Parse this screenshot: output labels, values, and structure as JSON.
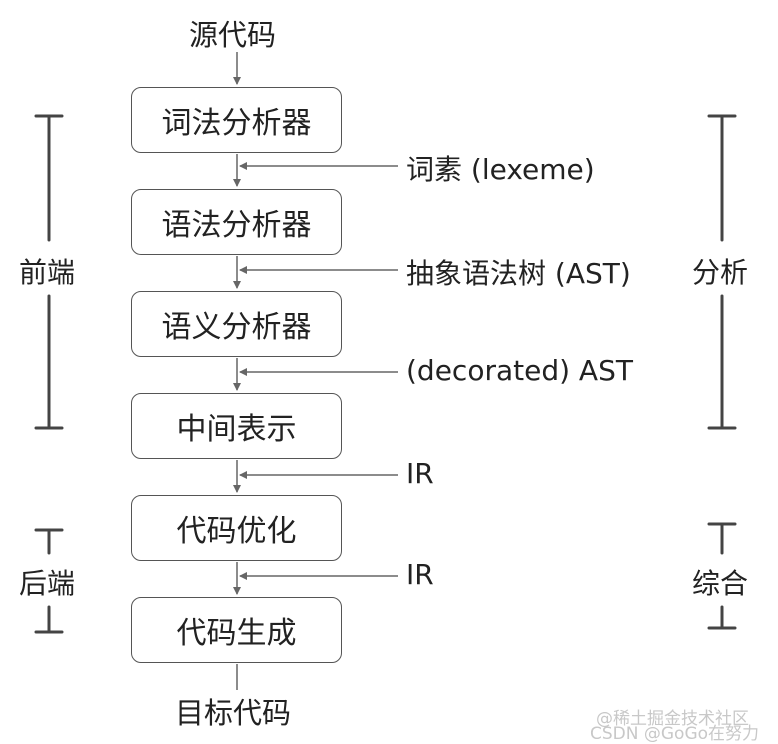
{
  "source": "源代码",
  "target": "目标代码",
  "stages": [
    {
      "label": "词法分析器"
    },
    {
      "label": "语法分析器"
    },
    {
      "label": "语义分析器"
    },
    {
      "label": "中间表示"
    },
    {
      "label": "代码优化"
    },
    {
      "label": "代码生成"
    }
  ],
  "outputs": [
    "词素 (lexeme)",
    "抽象语法树 (AST)",
    "(decorated) AST",
    "IR",
    "IR"
  ],
  "left_groups": {
    "frontend": "前端",
    "backend": "后端"
  },
  "right_groups": {
    "analysis": "分析",
    "synthesis": "综合"
  },
  "watermark": {
    "line1": "@稀土掘金技术社区",
    "line2": "CSDN @GoGo在努力"
  }
}
